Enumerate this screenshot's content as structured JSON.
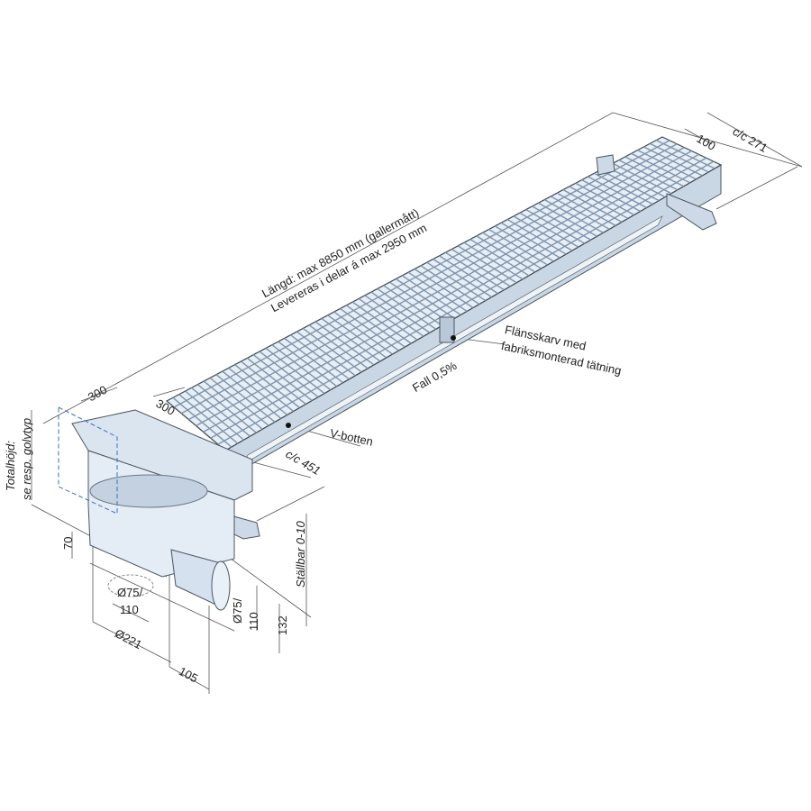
{
  "labels": {
    "length_line1": "Längd: max 8850 mm (gallermått)",
    "length_line2": "Levereras i delar á max 2950 mm",
    "cc271": "c/c 271",
    "width100": "100",
    "flange_line1": "Flänsskarv med",
    "flange_line2": "fabriksmonterad tätning",
    "fall": "Fall 0,5%",
    "vbotten": "V-botten",
    "cc451": "c/c 451",
    "w300a": "300",
    "w300b": "300",
    "total_line1": "Totalhöjd:",
    "total_line2": "se resp. golvtyp",
    "adjustable": "Ställbar 0-10",
    "d70": "70",
    "d75a_1": "Ø75/",
    "d75a_2": "110",
    "d221": "Ø221",
    "d105": "105",
    "d75b_1": "Ø75/",
    "d75b_2": "110",
    "d132": "132"
  },
  "colors": {
    "steel": "#dfe8f2",
    "steel_dark": "#aebfd2",
    "line": "#4a5560",
    "blue_dash": "#3a6fc0"
  }
}
